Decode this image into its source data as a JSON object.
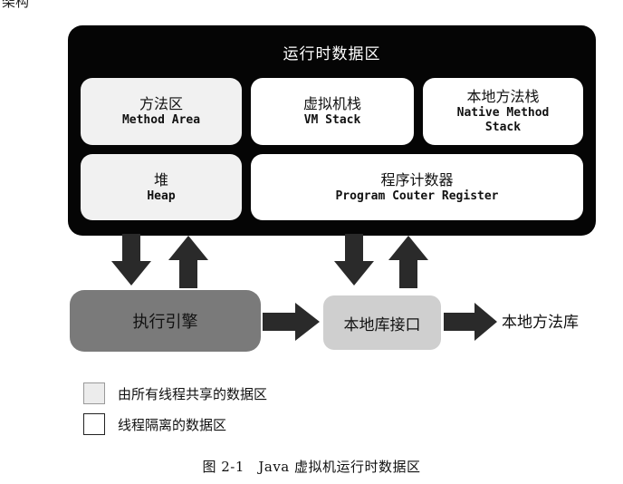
{
  "corner_text": "架构",
  "runtime_area": {
    "title": "运行时数据区",
    "method_area": {
      "zh": "方法区",
      "en": "Method Area"
    },
    "vm_stack": {
      "zh": "虚拟机栈",
      "en": "VM Stack"
    },
    "native_method_stack": {
      "zh": "本地方法栈",
      "en": "Native Method\nStack"
    },
    "heap": {
      "zh": "堆",
      "en": "Heap"
    },
    "program_counter": {
      "zh": "程序计数器",
      "en": "Program Couter Register"
    }
  },
  "flow": {
    "execution_engine": "执行引擎",
    "native_interface": "本地库接口",
    "native_library": "本地方法库"
  },
  "legend": {
    "shared": "由所有线程共享的数据区",
    "isolated": "线程隔离的数据区"
  },
  "caption": "图 2-1　Java 虚拟机运行时数据区",
  "colors": {
    "runtime_bg": "#050505",
    "shared_fill": "#f1f1f1",
    "isolated_fill": "#ffffff",
    "engine_fill": "#7a7a7a",
    "interface_fill": "#cfcfcf",
    "arrow": "#2a2a2a"
  }
}
